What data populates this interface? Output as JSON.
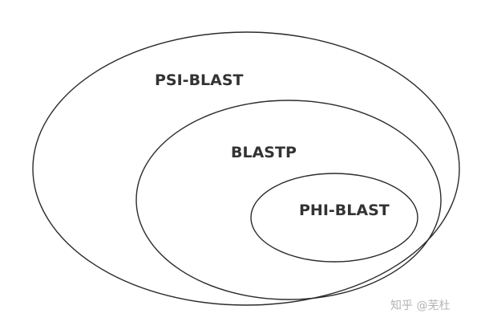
{
  "diagram": {
    "sets": [
      {
        "label": "PSI-BLAST"
      },
      {
        "label": "BLASTP"
      },
      {
        "label": "PHI-BLAST"
      }
    ]
  },
  "watermark": {
    "text": "知乎 @芜杜"
  }
}
